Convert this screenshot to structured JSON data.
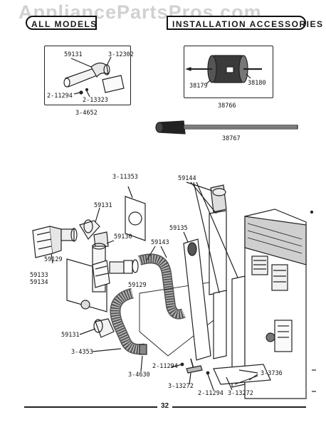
{
  "watermark": "AppliancePartsPros.com",
  "header": {
    "left_title": "ALL MODELS",
    "right_title": "INSTALLATION ACCESSORIES"
  },
  "kits": {
    "vent_kit": "3-4652",
    "hole_saw": "38766",
    "extension": "38767"
  },
  "callouts": {
    "kit_59131": "59131",
    "kit_3_12302": "3-12302",
    "kit_2_11294": "2-11294",
    "kit_2_13323": "2-13323",
    "saw_38179": "38179",
    "saw_38180": "38180",
    "main_3_11353": "3-11353",
    "main_59144": "59144",
    "main_59131_top": "59131",
    "main_59130": "59130",
    "main_59135": "59135",
    "main_59143": "59143",
    "main_59129_left": "59129",
    "main_59133": "59133",
    "main_59134": "59134",
    "main_59129_mid": "59129",
    "main_59131_bottom": "59131",
    "main_3_4353": "3-4353",
    "main_3_4630": "3-4630",
    "main_2_11294_a": "2-11294",
    "main_3_13272_a": "3-13272",
    "main_2_11294_b": "2-11294",
    "main_3_13272_b": "3-13272",
    "main_3_3736": "3-3736"
  },
  "footer": {
    "page_number": "32"
  }
}
